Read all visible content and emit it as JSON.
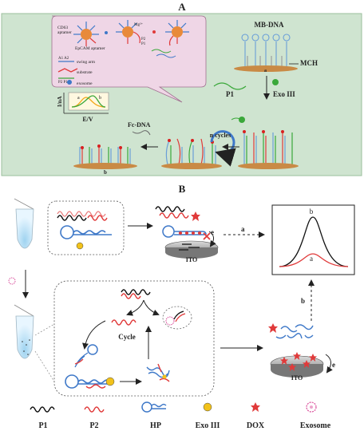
{
  "panel_a": {
    "label": "A",
    "bg": "#cfe4d0",
    "inset_bg": "#efd6e6",
    "inset": {
      "cd63": "CD63",
      "aptamer": "aptamer",
      "epcam": "EpCAM aptamer",
      "mg": "Mg²⁺",
      "p2": "P2",
      "p1": "P1",
      "a1a2": "A1 A2",
      "swing_arm": "swing arm",
      "substrate": "substrate",
      "p2p1": "P2 P1",
      "exosome": "exosome"
    },
    "mb_dna": "MB-DNA",
    "mch": "MCH",
    "electrode_a": "a",
    "electrode_b": "b",
    "p1": "P1",
    "exo3": "Exo III",
    "n_cycles": "n cycles",
    "fc_dna": "Fc-DNA",
    "ylabel": "I/nA",
    "xlabel": "E/V",
    "curve_a": "a",
    "curve_b": "b"
  },
  "panel_b": {
    "label": "B",
    "ito_top": "ITO",
    "ito_bottom": "ITO",
    "e_top": "e",
    "e_bottom": "e",
    "arrow_a": "a",
    "arrow_b": "b",
    "peak_a": "a",
    "peak_b": "b",
    "cycle": "Cycle",
    "legend": [
      "P1",
      "P2",
      "HP",
      "Exo III",
      "DOX",
      "Exosome"
    ]
  },
  "colors": {
    "red": "#e03a3a",
    "blue": "#3e78c8",
    "black": "#111111",
    "gold": "#f2c21a",
    "electrode": "#c98a45",
    "green": "#3aa83a",
    "pink_star": "#d94c9a"
  }
}
